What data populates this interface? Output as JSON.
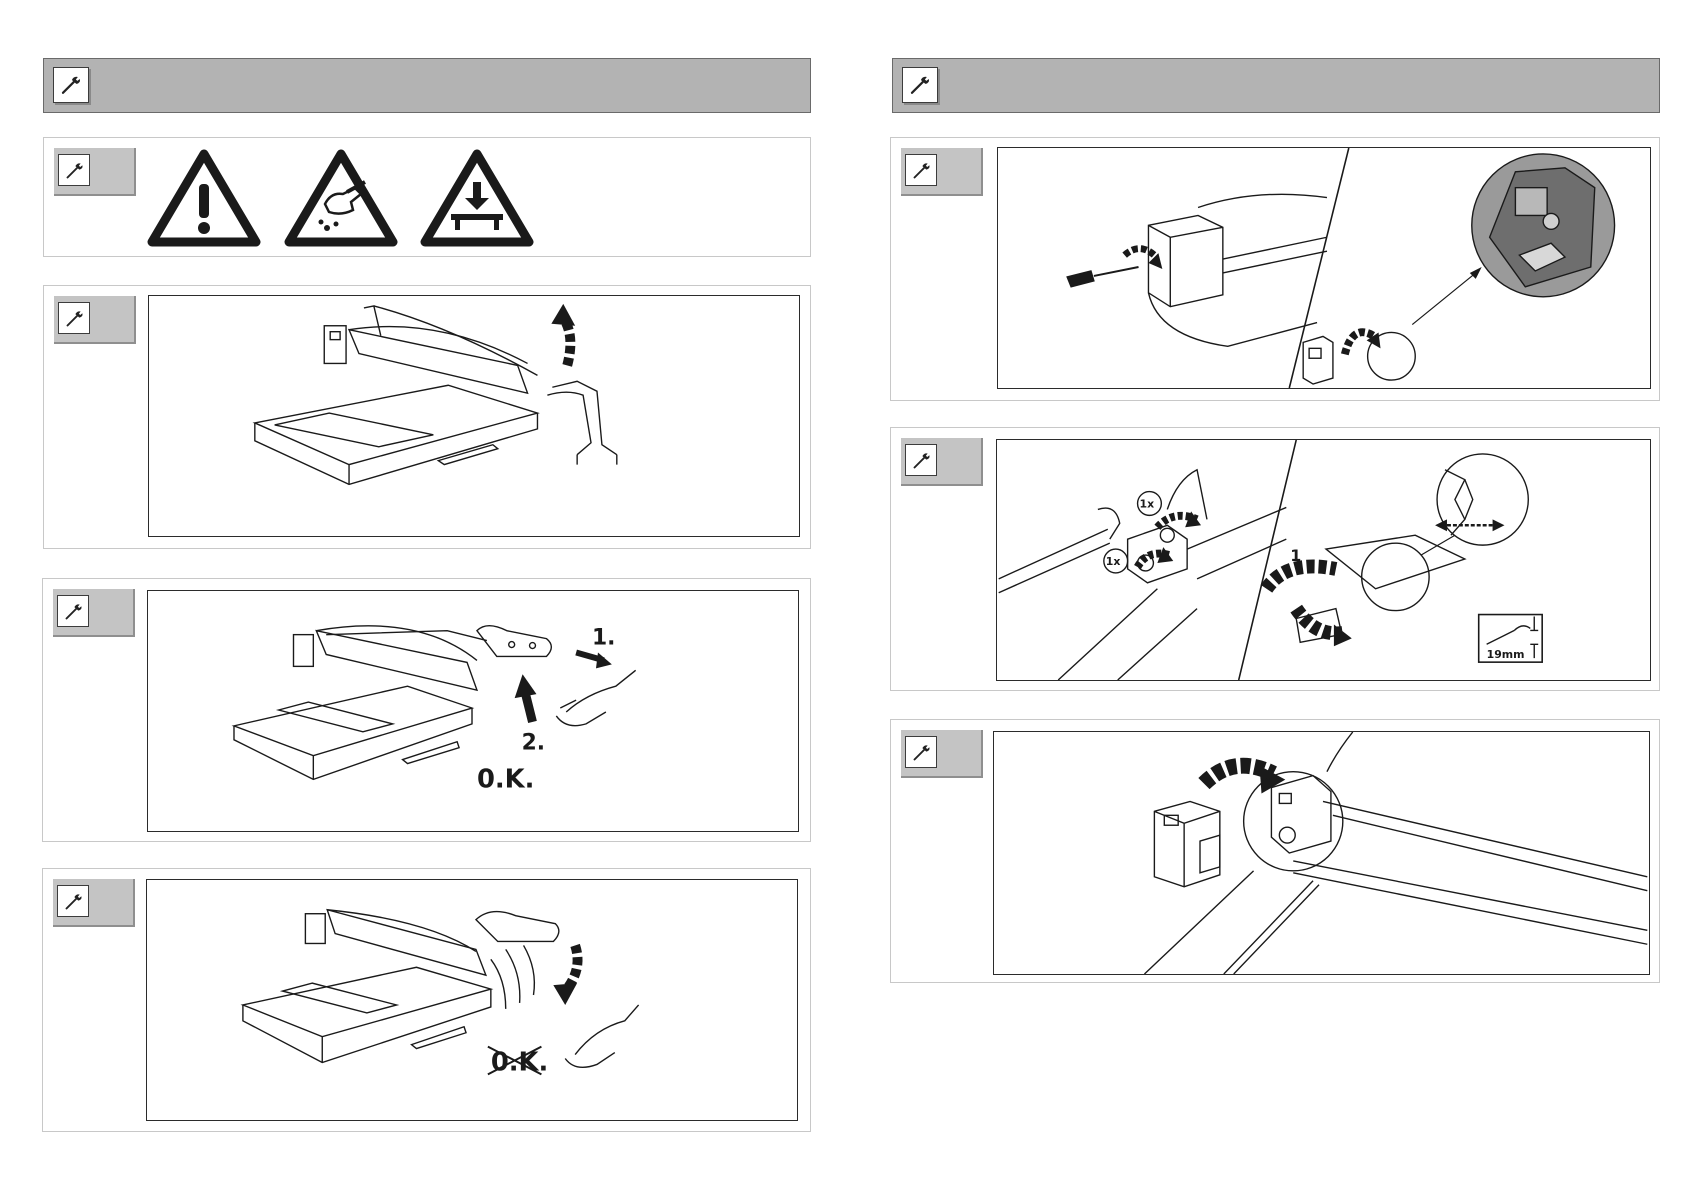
{
  "icons": {
    "header": "wrench-icon",
    "step": "wrench-icon",
    "warnings": [
      "exclamation-warning-icon",
      "hand-hazard-warning-icon",
      "crush-hazard-warning-icon"
    ]
  },
  "colors": {
    "header_bg": "#b3b3b3",
    "tab_bg": "#c4c4c4",
    "line": "#1a1a1a"
  },
  "left": {
    "step3": {
      "label_1": "1.",
      "label_2": "2.",
      "ok": "0.K."
    },
    "step4": {
      "ok_crossed": "0.K."
    }
  },
  "right": {
    "step2": {
      "count_a": "1x",
      "count_b": "1x",
      "turn": "1",
      "wrench_size": "19mm"
    }
  }
}
